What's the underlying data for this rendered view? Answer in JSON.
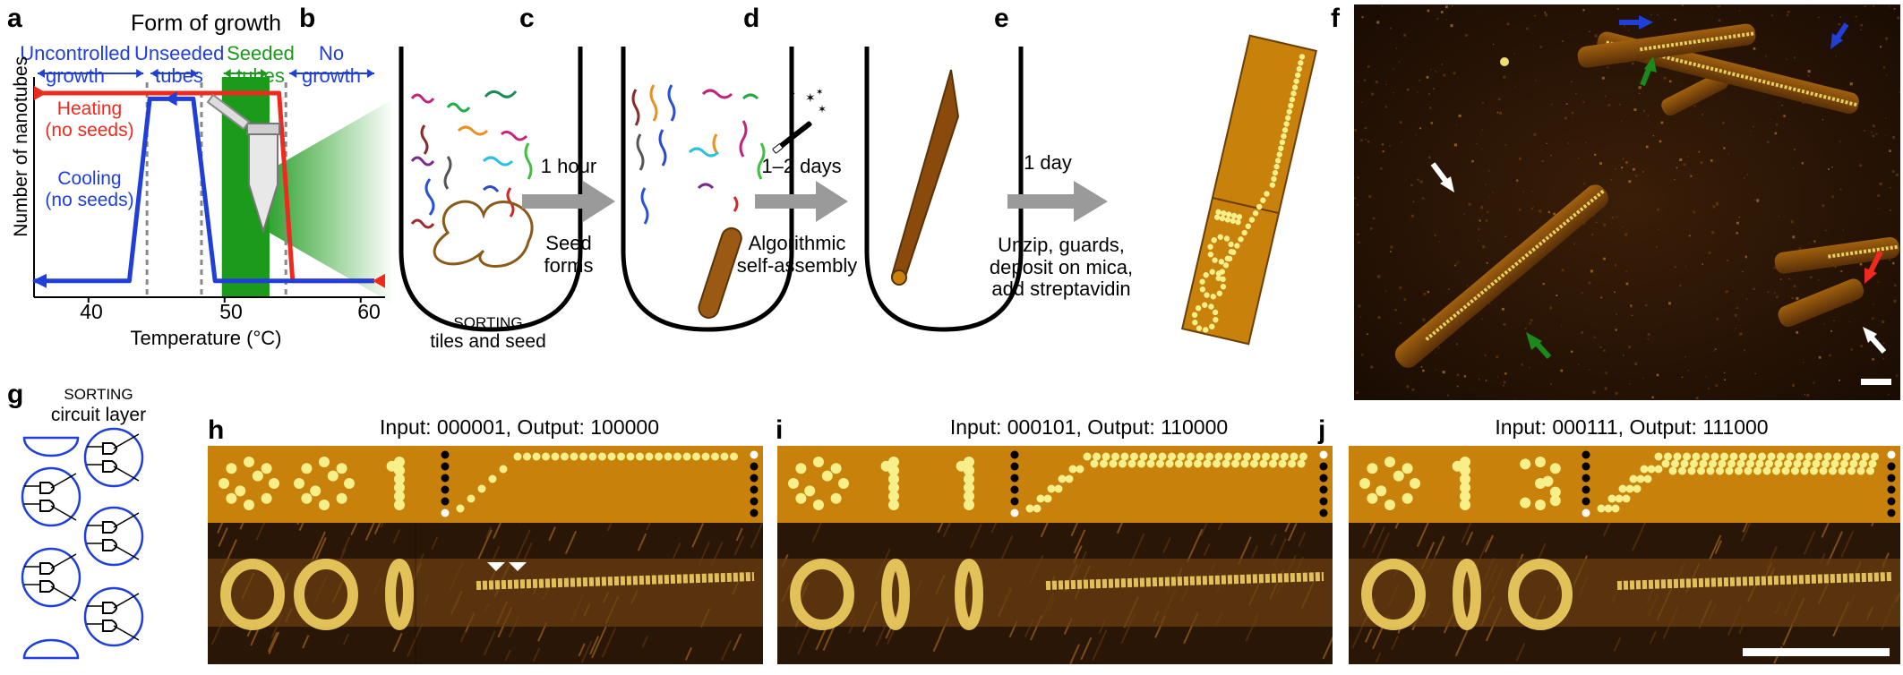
{
  "colors": {
    "heating": "#ee2a1e",
    "cooling": "#1f3fd8",
    "seeded": "#1b9a1b",
    "tile": "#c8810b",
    "dot": "#f7f08a",
    "afm_dark": "#2a1606",
    "arrow_gray": "#9a9a9a"
  },
  "panels": {
    "a": "a",
    "b": "b",
    "c": "c",
    "d": "d",
    "e": "e",
    "f": "f",
    "g": "g",
    "h": "h",
    "i": "i",
    "j": "j"
  },
  "panel_a": {
    "title": "Form of growth",
    "regions": {
      "uncontrolled": "Uncontrolled\ngrowth",
      "unseeded": "Unseeded\ntubes",
      "seeded": "Seeded\ntubes",
      "no_growth": "No\ngrowth"
    },
    "heating_label": "Heating\n(no seeds)",
    "cooling_label": "Cooling\n(no seeds)",
    "ylabel": "Number of nanotubes",
    "xlabel": "Temperature (°C)",
    "xticks": [
      "40",
      "50",
      "60"
    ]
  },
  "chart_data": {
    "type": "line",
    "title": "Form of growth",
    "xlabel": "Temperature (°C)",
    "ylabel": "Number of nanotubes",
    "xlim": [
      36,
      61
    ],
    "ylim": [
      0,
      1
    ],
    "xticks": [
      40,
      50,
      60
    ],
    "series": [
      {
        "name": "Heating (no seeds)",
        "x": [
          36,
          54,
          55,
          61
        ],
        "y": [
          1,
          1,
          0.02,
          0.02
        ]
      },
      {
        "name": "Cooling (no seeds)",
        "x": [
          36,
          43,
          44.5,
          47.7,
          49.3,
          61
        ],
        "y": [
          0.02,
          0.02,
          0.97,
          0.97,
          0.02,
          0.02
        ]
      }
    ],
    "regions": [
      {
        "label": "Uncontrolled growth",
        "x": [
          36,
          44.3
        ]
      },
      {
        "label": "Unseeded tubes",
        "x": [
          44.3,
          48.3
        ]
      },
      {
        "label": "Seeded tubes",
        "x": [
          49.8,
          53.3
        ]
      },
      {
        "label": "No growth",
        "x": [
          54.5,
          61
        ]
      }
    ]
  },
  "panel_b": {
    "caption_sc": "Sorting",
    "caption_rest": "tiles and seed"
  },
  "step_c": {
    "time": "1 hour",
    "desc": "Seed\nforms"
  },
  "step_d": {
    "time": "1–2 days",
    "desc": "Algorithmic\nself-assembly"
  },
  "step_e": {
    "time": "1 day",
    "desc": "Unzip, guards,\ndeposit on mica,\nadd streptavidin"
  },
  "panel_g": {
    "title_sc": "Sorting",
    "title_rest": "circuit layer"
  },
  "panel_h": {
    "title": "Input: 000001, Output: 100000",
    "digits": [
      "0",
      "0",
      "1"
    ]
  },
  "panel_i": {
    "title": "Input: 000101, Output: 110000",
    "digits": [
      "0",
      "1",
      "1"
    ]
  },
  "panel_j": {
    "title": "Input: 000111, Output: 111000",
    "digits": [
      "0",
      "1",
      "3"
    ]
  }
}
